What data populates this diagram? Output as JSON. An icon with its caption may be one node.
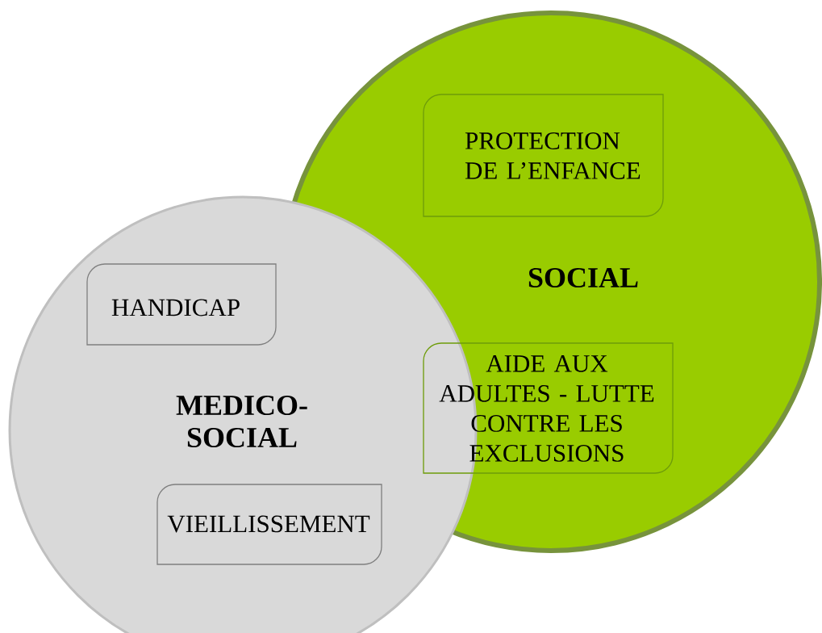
{
  "diagram": {
    "nodes": [
      {
        "text": [
          "SOCIAL"
        ]
      },
      {
        "text": [
          "PROTECTION DE L’ENFANCE"
        ],
        "in": 0
      },
      {
        "text": [
          "MEDICO-SOCIAL"
        ]
      },
      {
        "text": [
          "HANDICAP"
        ],
        "in": 2
      },
      {
        "text": [
          "AIDE AUX ADULTES - LUTTE CONTRE LES EXCLUSIONS"
        ],
        "in": 0
      },
      {
        "text": [
          "VIEILLISSEMENT"
        ],
        "in": 2
      }
    ]
  }
}
